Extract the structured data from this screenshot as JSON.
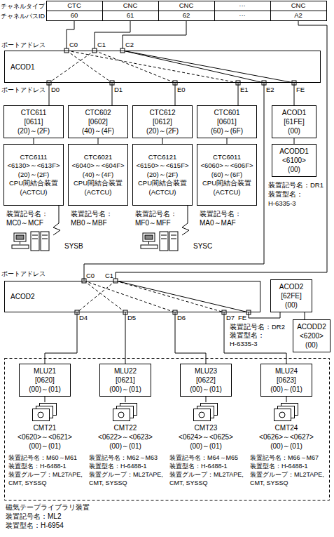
{
  "diagram": {
    "nodes": [
      {
        "text": [
          "ACOD1"
        ]
      },
      {
        "text": [
          "CTC611",
          "[0611]",
          "(20)～(2F)"
        ]
      },
      {
        "text": [
          "CTC602",
          "[0602]",
          "(40)～(4F)"
        ]
      },
      {
        "text": [
          "CTC612",
          "[0612]",
          "(20)～(2F)"
        ]
      },
      {
        "text": [
          "CTC601",
          "[0601]",
          "(60)～(6F)"
        ]
      },
      {
        "text": [
          "ACOD1",
          "[61FE]",
          "(00)"
        ]
      },
      {
        "text": [
          "CTC6111",
          "<6130>～<613F>",
          "(20)～(2F)",
          "CPU間結合装置",
          "(ACTCU)"
        ]
      },
      {
        "text": [
          "CTC6021",
          "<6040>～<604F>",
          "(40)～(4F)",
          "CPU間結合装置",
          "(ACTCU)"
        ]
      },
      {
        "text": [
          "CTC6121",
          "<6150>～<615F>",
          "(20)～(2F)",
          "CPU間結合装置",
          "(ACTCU)"
        ]
      },
      {
        "text": [
          "CTC6011",
          "<6060>～<606F>",
          "(60)～(6F)",
          "CPU間結合装置",
          "(ACTCU)"
        ]
      },
      {
        "text": [
          "ACODD1",
          "<6100>",
          "(00)"
        ]
      },
      {
        "text": [
          "ACOD2"
        ]
      },
      {
        "text": [
          "ACOD2",
          "[62FE]",
          "(00)"
        ]
      },
      {
        "text": [
          "ACODD2",
          "<6200>",
          "(00)"
        ]
      },
      {
        "text": [
          "MLU21",
          "[0620]",
          "(00)～(01)"
        ]
      },
      {
        "text": [
          "MLU22",
          "[0621]",
          "(00)～(01)"
        ]
      },
      {
        "text": [
          "MLU23",
          "[0622]",
          "(00)～(01)"
        ]
      },
      {
        "text": [
          "MLU24",
          "[0623]",
          "(00)～(01)"
        ]
      },
      {
        "text": [
          "CMT21",
          "<0620>～<0621>",
          "(00)～(01)"
        ]
      },
      {
        "text": [
          "CMT22",
          "<0622>～<0623>",
          "(00)～(01)"
        ]
      },
      {
        "text": [
          "CMT23",
          "<0624>～<0625>",
          "(00)～(01)"
        ]
      },
      {
        "text": [
          "CMT24",
          "<0626>～<0627>",
          "(00)～(01)"
        ]
      }
    ],
    "edges": [
      {
        "from": 0,
        "to": 1,
        "arrow": "none"
      },
      {
        "from": 0,
        "to": 2,
        "arrow": "none"
      },
      {
        "from": 0,
        "to": 3,
        "arrow": "none"
      },
      {
        "from": 0,
        "to": 4,
        "arrow": "none"
      },
      {
        "from": 0,
        "to": 5,
        "arrow": "none"
      },
      {
        "from": 1,
        "to": 6,
        "arrow": "none"
      },
      {
        "from": 2,
        "to": 7,
        "arrow": "none"
      },
      {
        "from": 3,
        "to": 8,
        "arrow": "none"
      },
      {
        "from": 4,
        "to": 9,
        "arrow": "none"
      },
      {
        "from": 5,
        "to": 10,
        "arrow": "none"
      },
      {
        "from": 0,
        "to": 11,
        "arrow": "none"
      },
      {
        "from": 11,
        "to": 12,
        "arrow": "none"
      },
      {
        "from": 12,
        "to": 13,
        "arrow": "none"
      },
      {
        "from": 11,
        "to": 14,
        "arrow": "none"
      },
      {
        "from": 11,
        "to": 15,
        "arrow": "none"
      },
      {
        "from": 11,
        "to": 16,
        "arrow": "none"
      },
      {
        "from": 11,
        "to": 17,
        "arrow": "none"
      },
      {
        "from": 14,
        "to": 18,
        "arrow": "none"
      },
      {
        "from": 15,
        "to": 19,
        "arrow": "none"
      },
      {
        "from": 16,
        "to": 20,
        "arrow": "none"
      },
      {
        "from": 17,
        "to": 21,
        "arrow": "none"
      }
    ],
    "labels": [
      "チャネルタイプ",
      "チャネルパスID",
      "CTC",
      "CNC",
      "CNC",
      "···",
      "CNC",
      "60",
      "61",
      "62",
      "···",
      "A2",
      "ポートアドレス",
      "C0",
      "C1",
      "C2",
      "ポートアドレス",
      "D0",
      "D1",
      "E0",
      "E1",
      "E2",
      "FE",
      "装置記号名：",
      "MC0～MCF",
      "装置記号名：",
      "MB0～MBF",
      "装置記号名：",
      "MF0～MFF",
      "装置記号名：",
      "MA0～MAF",
      "装置記号名：DR1",
      "装置型名：",
      "H-6335-3",
      "SYSB",
      "SYSC",
      "ポートアドレス",
      "C0",
      "C1",
      "D4",
      "D5",
      "D6",
      "D7",
      "FE",
      "装置記号名：DR2",
      "装置型名：",
      "H-6335-3",
      "装置記号名：M60～M61",
      "装置型名：H-6488-1",
      "装置グループ：ML2TAPE, CMT, SYSSQ",
      "装置記号名：M62～M63",
      "装置型名：H-6488-1",
      "装置グループ：ML2TAPE, CMT, SYSSQ",
      "装置記号名：M64～M65",
      "装置型名：H-6488-1",
      "装置グループ：ML2TAPE, CMT, SYSSQ",
      "装置記号名：M66～M67",
      "装置型名：H-6488-1",
      "装置グループ：ML2TAPE, CMT, SYSSQ",
      "磁気テープライブラリ装置",
      "装置記号名：ML2",
      "装置型名：H-6954"
    ]
  }
}
